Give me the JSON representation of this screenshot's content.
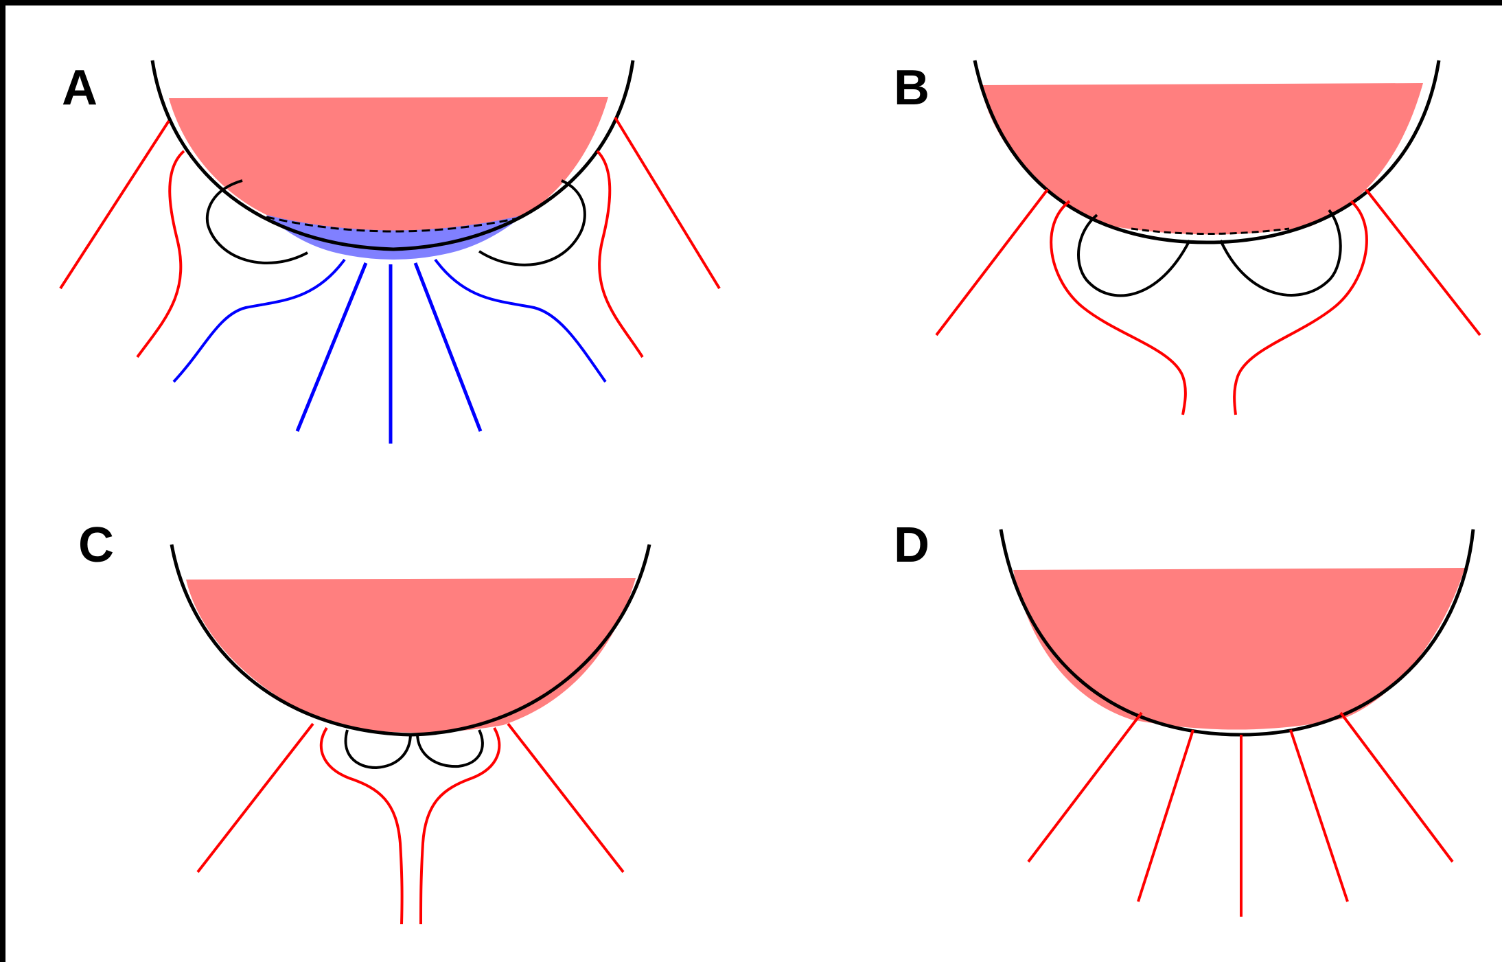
{
  "panels": [
    {
      "label": "A"
    },
    {
      "label": "B"
    },
    {
      "label": "C"
    },
    {
      "label": "D"
    }
  ],
  "colors": {
    "fill": "#ff7f7f",
    "outline": "#000000",
    "red_line": "#ff0000",
    "blue_line": "#0000ff",
    "blue_fill": "#8080ff",
    "background": "#ffffff"
  }
}
